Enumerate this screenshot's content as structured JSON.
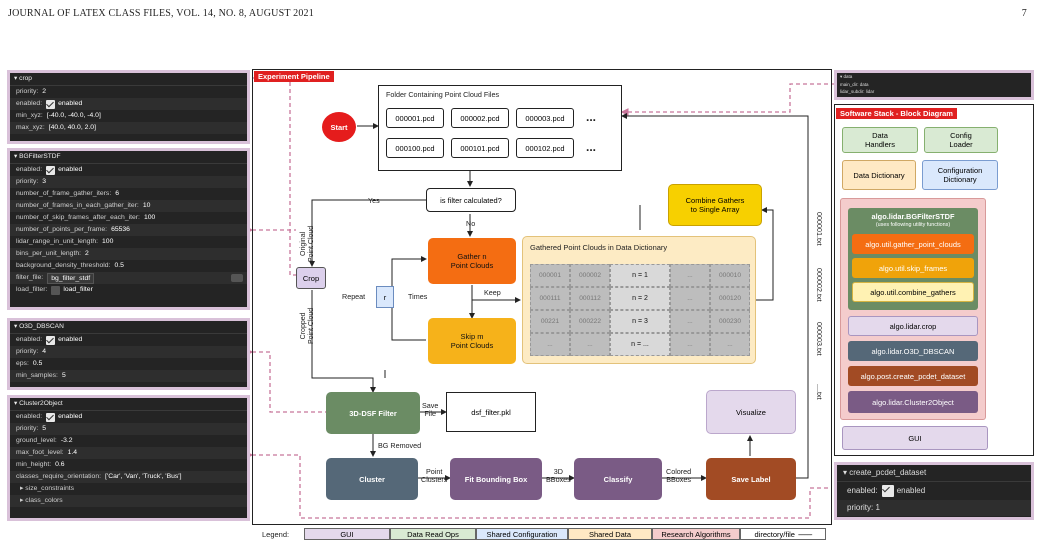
{
  "header": {
    "journal": "JOURNAL OF LATEX CLASS FILES, VOL. 14, NO. 8, AUGUST 2021",
    "page": "7"
  },
  "crop_panel": {
    "title": "▾ crop",
    "priority_k": "priority:",
    "priority_v": "2",
    "enabled_k": "enabled:",
    "enabled_v": "enabled",
    "min_k": "min_xyz:",
    "min_v": "[-40.0, -40.0, -4.0]",
    "max_k": "max_xyz:",
    "max_v": "[40.0, 40.0, 2.0]"
  },
  "bg_panel": {
    "title": "▾ BGFilterSTDF",
    "rows": [
      {
        "k": "enabled:",
        "v": "enabled"
      },
      {
        "k": "priority:",
        "v": "3"
      },
      {
        "k": "number_of_frame_gather_iters:",
        "v": "6"
      },
      {
        "k": "number_of_frames_in_each_gather_iter:",
        "v": "10"
      },
      {
        "k": "number_of_skip_frames_after_each_iter:",
        "v": "100"
      },
      {
        "k": "number_of_points_per_frame:",
        "v": "65536"
      },
      {
        "k": "lidar_range_in_unit_length:",
        "v": "100"
      },
      {
        "k": "bins_per_unit_length:",
        "v": "2"
      },
      {
        "k": "background_density_threshold:",
        "v": "0.5"
      },
      {
        "k": "filter_file:",
        "v": "bg_filter_stdf"
      },
      {
        "k": "load_filter:",
        "v": "load_filter"
      }
    ]
  },
  "o3d_panel": {
    "title": "▾ O3D_DBSCAN",
    "rows": [
      {
        "k": "enabled:",
        "v": "enabled"
      },
      {
        "k": "priority:",
        "v": "4"
      },
      {
        "k": "eps:",
        "v": "0.5"
      },
      {
        "k": "min_samples:",
        "v": "5"
      }
    ]
  },
  "c2o_panel": {
    "title": "▾ Cluster2Object",
    "rows": [
      {
        "k": "enabled:",
        "v": "enabled"
      },
      {
        "k": "priority:",
        "v": "5"
      },
      {
        "k": "ground_level:",
        "v": "-3.2"
      },
      {
        "k": "max_foot_level:",
        "v": "1.4"
      },
      {
        "k": "min_height:",
        "v": "0.6"
      },
      {
        "k": "classes_require_orientation:",
        "v": "['Car', 'Van', 'Truck', 'Bus']"
      },
      {
        "k": "▸ size_constraints",
        "v": ""
      },
      {
        "k": "▸ class_colors",
        "v": ""
      }
    ]
  },
  "data_panel": {
    "title": "▾ data",
    "r1k": "main_dir:",
    "r1v": "data",
    "r2k": "lidar_subdir:",
    "r2v": "lidar"
  },
  "cpd_panel": {
    "title": "▾ create_pcdet_dataset",
    "enabled_k": "enabled:",
    "enabled_v": "enabled",
    "priority_k": "priority:",
    "priority_v": "1"
  },
  "pipeline": {
    "tag": "Experiment Pipeline",
    "start": "Start",
    "folder_title": "Folder Containing Point Cloud Files",
    "files": [
      "000001.pcd",
      "000002.pcd",
      "000003.pcd",
      "000100.pcd",
      "000101.pcd",
      "000102.pcd"
    ],
    "ellipsis": "...",
    "decision": "is filter calculated?",
    "yes": "Yes",
    "no": "No",
    "original": "Original\nPoint Cloud",
    "cropped": "Cropped\nPoint Cloud",
    "crop": "Crop",
    "gather": "Gather n\nPoint Clouds",
    "skip": "Skip m\nPoint Clouds",
    "repeat": "Repeat",
    "r": "r",
    "times": "Times",
    "keep": "Keep",
    "combine": "Combine Gathers\nto Single Array",
    "gathered_title": "Gathered Point Clouds in Data Dictionary",
    "grid": [
      [
        "000001",
        "000002",
        "n = 1",
        "...",
        "000010"
      ],
      [
        "000111",
        "000112",
        "n = 2",
        "...",
        "000120"
      ],
      [
        "00221",
        "000222",
        "n = 3",
        "...",
        "000230"
      ],
      [
        "...",
        "...",
        "n = ...",
        "...",
        "..."
      ]
    ],
    "dsf": "3D-DSF Filter",
    "save_file": "Save\nFile",
    "dsf_file": "dsf_filter.pkl",
    "bg_removed": "BG Removed",
    "cluster": "Cluster",
    "point_clusters": "Point\nClusters",
    "fit": "Fit Bounding Box",
    "bboxes": "3D\nBBoxes",
    "classify": "Classify",
    "colored": "Colored\nBBoxes",
    "save_label": "Save Label",
    "visualize": "Visualize",
    "txt_files": [
      "000001.txt",
      "000002.txt",
      "000003.txt",
      "....txt"
    ]
  },
  "stack": {
    "tag": "Software Stack - Block Diagram",
    "data_handlers": "Data\nHandlers",
    "config_loader": "Config\nLoader",
    "data_dict": "Data Dictionary",
    "config_dict": "Configuration\nDictionary",
    "bgfilter": "algo.lidar.BGFilterSTDF",
    "bgfilter_sub": "(uses following utility functions)",
    "util1": "algo.util.gather_point_clouds",
    "util2": "algo.util.skip_frames",
    "util3": "algo.util.combine_gathers",
    "crop": "algo.lidar.crop",
    "dbscan": "algo.lidar.O3D_DBSCAN",
    "pcdet": "algo.post.create_pcdet_dataset",
    "c2o": "algo.lidar.Cluster2Object",
    "gui": "GUI"
  },
  "legend": {
    "label": "Legend:",
    "items": [
      "GUI",
      "Data Read Ops",
      "Shared Configuration",
      "Shared Data",
      "Research Algorithms",
      "directory/file"
    ]
  },
  "colors": {
    "gui": "#e4d9ec",
    "read": "#d9ead3",
    "config": "#dae8fc",
    "data": "#ffe9c4",
    "research": "#f4cccc",
    "dark_panel": "#242424"
  }
}
